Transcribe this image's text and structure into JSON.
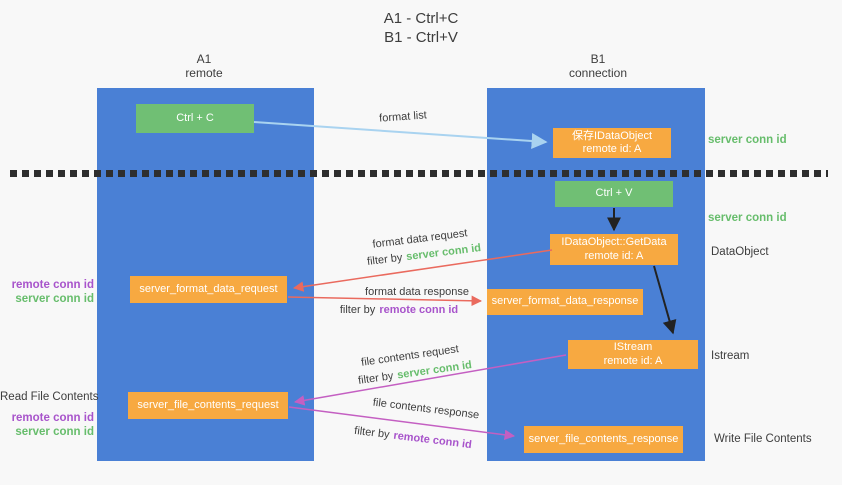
{
  "title": {
    "line1": "A1 - Ctrl+C",
    "line2": "B1 - Ctrl+V"
  },
  "lanes": {
    "left": {
      "name": "A1",
      "role": "remote"
    },
    "right": {
      "name": "B1",
      "role": "connection"
    }
  },
  "nodes": {
    "ctrl_c": {
      "label": "Ctrl + C"
    },
    "save_idataobject": {
      "line1": "保存IDataObject",
      "line2": "remote id: A"
    },
    "ctrl_v": {
      "label": "Ctrl + V"
    },
    "getdata": {
      "line1": "IDataObject::GetData",
      "line2": "remote id: A"
    },
    "format_request": {
      "label": "server_format_data_request"
    },
    "format_response": {
      "label": "server_format_data_response"
    },
    "istream": {
      "line1": "IStream",
      "line2": "remote id: A"
    },
    "file_request": {
      "label": "server_file_contents_request"
    },
    "file_response": {
      "label": "server_file_contents_response"
    }
  },
  "labels": {
    "format_list": "format list",
    "format_data_request": "format data request",
    "format_data_response": "format data response",
    "file_contents_request": "file contents request",
    "file_contents_response": "file contents response",
    "filter_by": "filter by",
    "server_conn_id": "server conn id",
    "remote_conn_id": "remote conn id",
    "dataobject": "DataObject",
    "istream": "Istream",
    "read_file_contents": "Read File Contents",
    "write_file_contents": "Write File Contents"
  },
  "colors": {
    "lane_blue": "#4a80d5",
    "box_green": "#70bf74",
    "box_orange": "#f7a941",
    "arrow_light_blue": "#a9d3f0",
    "arrow_red": "#ea6a5e",
    "arrow_magenta": "#c45fc2",
    "arrow_black": "#222222",
    "text_green": "#67bd6c",
    "text_purple": "#a854cb",
    "text_dark": "#3d3d3d",
    "background": "#f8f8f8"
  }
}
